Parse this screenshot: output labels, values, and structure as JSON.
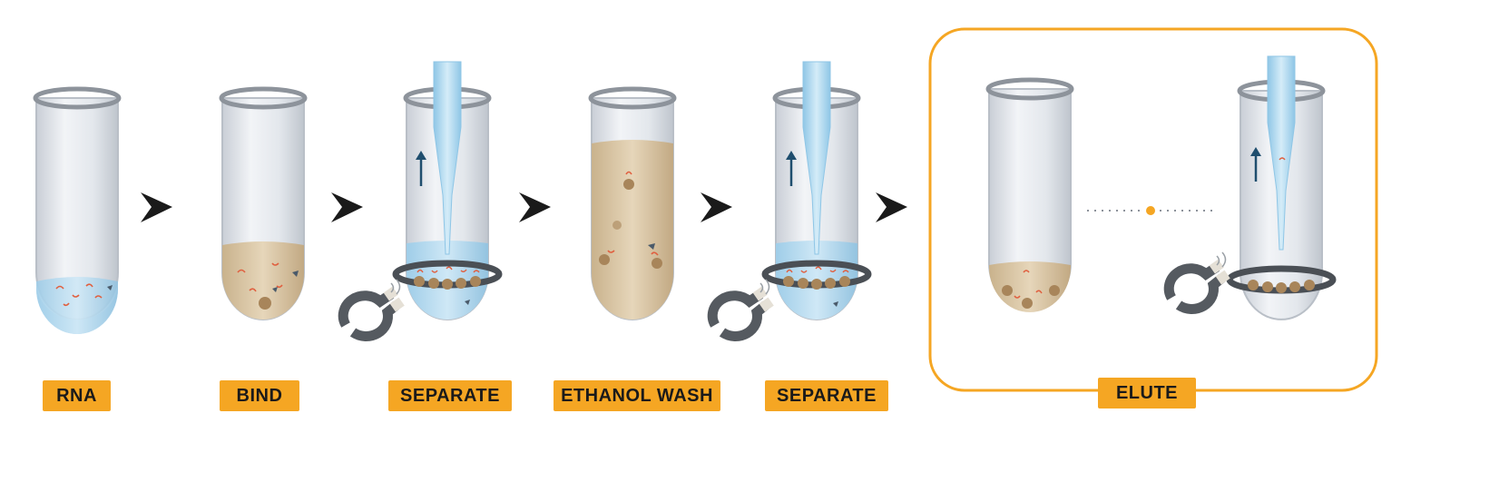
{
  "steps": [
    {
      "label": "RNA"
    },
    {
      "label": "BIND"
    },
    {
      "label": "SEPARATE"
    },
    {
      "label": "ETHANOL WASH"
    },
    {
      "label": "SEPARATE"
    },
    {
      "label": "ELUTE"
    }
  ],
  "colors": {
    "accent": "#f5a623",
    "aqueous": "#a9d6ee",
    "bead_mix": "#d8c29e",
    "bead": "#a8855a",
    "rna": "#e06040",
    "magnet": "#555a60",
    "arrow": "#1a1a1a",
    "pipette_arrow": "#1f4e6e"
  },
  "icons": [
    "tube-icon",
    "pipette-icon",
    "magnet-icon",
    "magnetic-ring-icon",
    "step-arrow-icon",
    "flow-arrow-icon"
  ]
}
